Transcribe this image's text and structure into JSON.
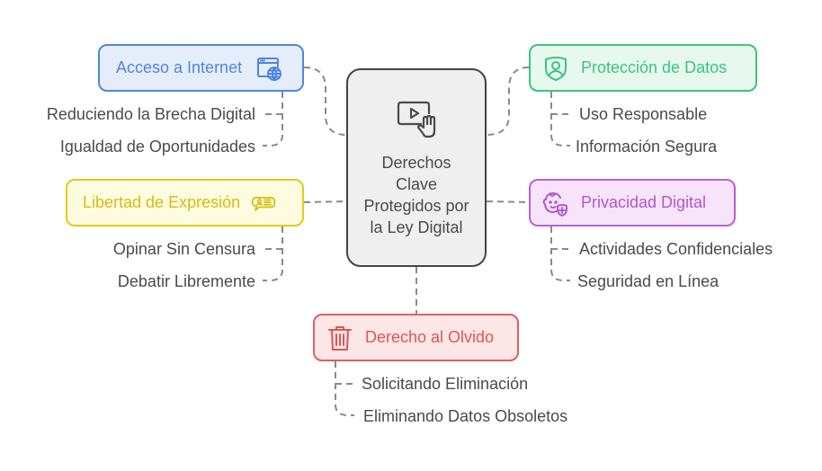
{
  "diagram": {
    "center": {
      "title": "Derechos Clave Protegidos por la Ley Digital",
      "icon": "video-touch-icon"
    },
    "branches": [
      {
        "id": "internet",
        "label": "Acceso a Internet",
        "icon": "browser-globe-icon",
        "color": "#4f86e0",
        "children": [
          "Reduciendo la Brecha Digital",
          "Igualdad de Oportunidades"
        ]
      },
      {
        "id": "datos",
        "label": "Protección de Datos",
        "icon": "shield-user-icon",
        "color": "#3cc47f",
        "children": [
          "Uso Responsable",
          "Información Segura"
        ]
      },
      {
        "id": "expresion",
        "label": "Libertad de Expresión",
        "icon": "speech-bubble-user-icon",
        "color": "#e3ca16",
        "children": [
          "Opinar Sin Censura",
          "Debatir Libremente"
        ]
      },
      {
        "id": "privacidad",
        "label": "Privacidad Digital",
        "icon": "baby-shield-icon",
        "color": "#bb5ed6",
        "children": [
          "Actividades Confidenciales",
          "Seguridad en Línea"
        ]
      },
      {
        "id": "olvido",
        "label": "Derecho al Olvido",
        "icon": "trash-icon",
        "color": "#e35e5e",
        "children": [
          "Solicitando Eliminación",
          "Eliminando Datos Obsoletos"
        ]
      }
    ]
  }
}
